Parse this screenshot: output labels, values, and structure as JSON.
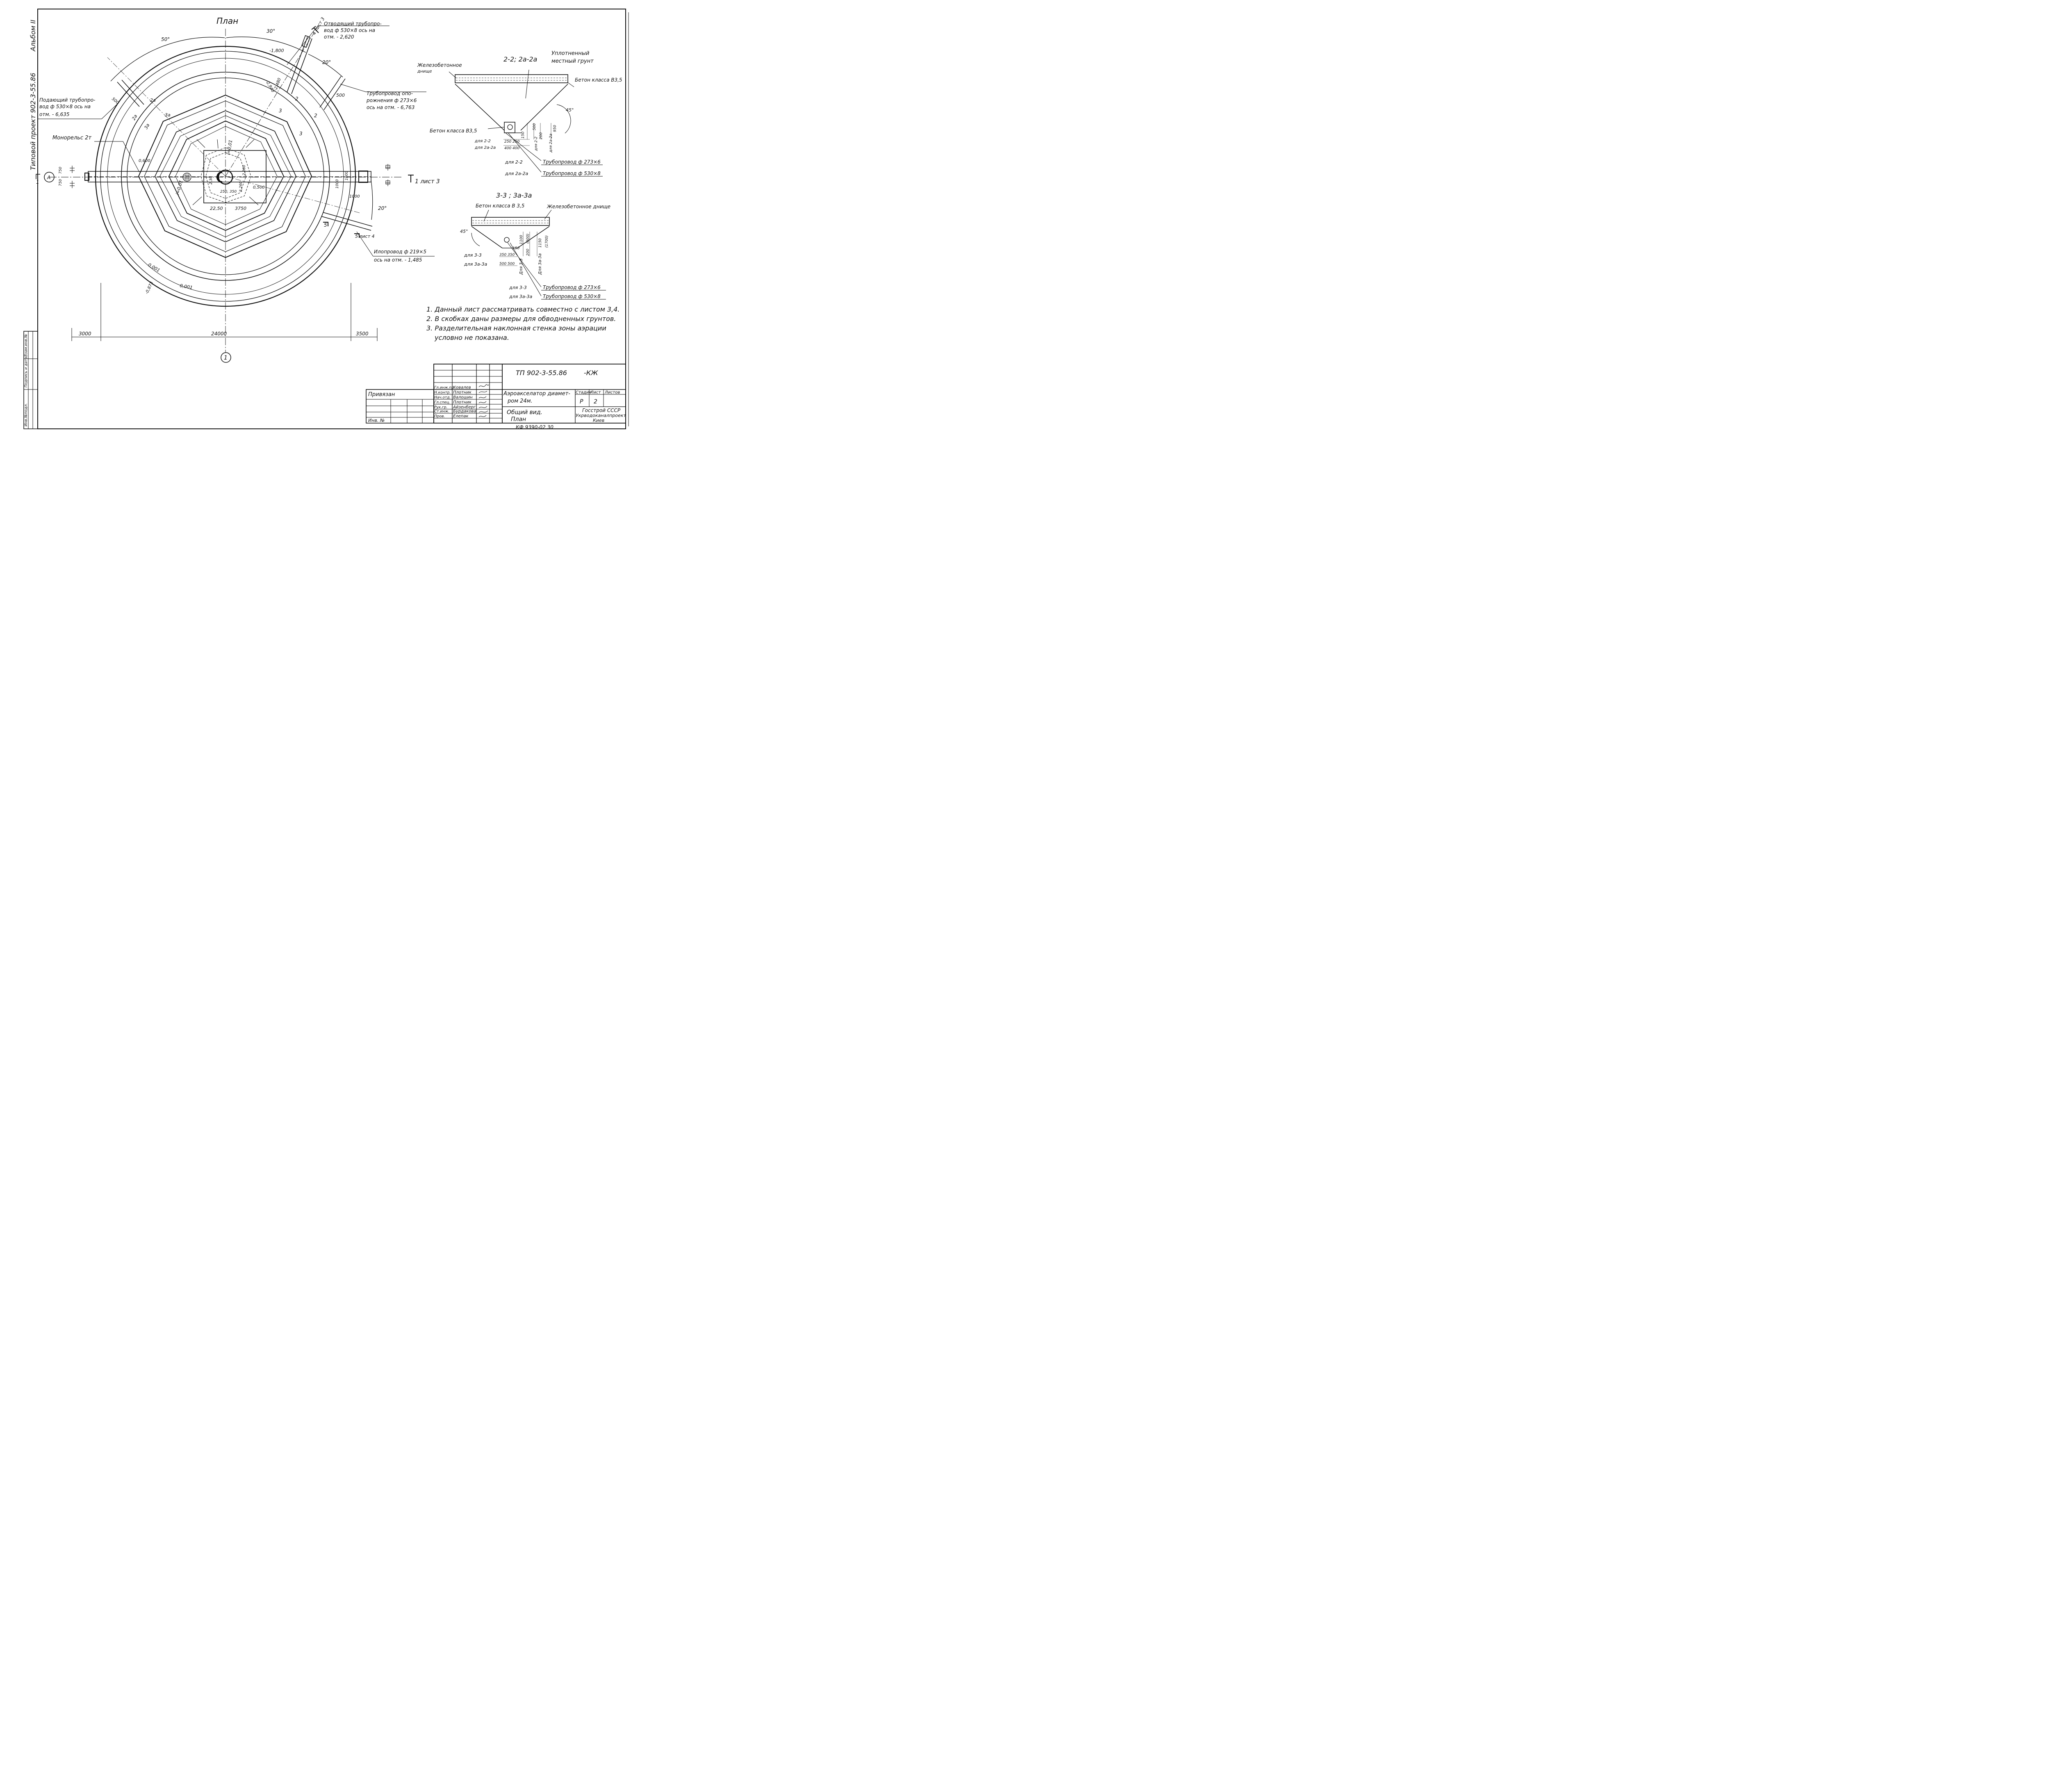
{
  "plan": {
    "title": "План",
    "album": "Альбом II",
    "project_label": "Типовой проект 902-3-55.86",
    "angle_50": "50°",
    "angle_30": "30°",
    "angle_20_top": "20°",
    "angle_20_right": "20°",
    "elev_top": "-1,800",
    "elev_2940": "-2,940",
    "elev_2480": "-2,480",
    "elev_0873": "-0,873",
    "dim_500_left": "500",
    "dim_500_right": "500",
    "dim_750_a": "750",
    "dim_750_b": "750",
    "dim_0600": "0,600",
    "dim_0500": "0,500",
    "dim_1000": "1000",
    "dim_1000_a": "1000",
    "dim_1000_b": "1000",
    "dim_2250_b": "22,50",
    "dim_3750_b": "3750",
    "dim_250_350": "250, 350",
    "dim_2280": "2,280",
    "dim_2260": "2,260",
    "dim_230": "2,30",
    "slope_1": "i=0,01",
    "slope_2": "i=0,01",
    "slope_rim_1": "0,001",
    "slope_rim_2": "0,001",
    "dim_3000": "3000",
    "dim_24000": "24000",
    "dim_3500": "3500",
    "axis_1": "1",
    "axis_A": "А",
    "marker_1_left": "1",
    "sect_1": "1 лист 3",
    "sect_4": "4 лист 3",
    "sect_5_top": "5",
    "sect_5_bottom": "5 лист 4",
    "sect_2": "2",
    "sect_2a": "2а",
    "sect_2a_b": "2а",
    "sect_2_b": "2",
    "sect_3": "3",
    "sect_3a": "3а",
    "sect_3a_b": "3а",
    "sect_3_b": "3",
    "monorail": "Монорельс 2т",
    "pipe_out_1": "Отводящий трубопро-",
    "pipe_out_2": "вод ф 530×8 ось на",
    "pipe_out_3": "отм. - 2,620",
    "pipe_in_1": "Подающий трубопро-",
    "pipe_in_2": "вод ф 530×8 ось на",
    "pipe_in_3": "отм. - 6,635",
    "pipe_drain_1": "Трубопровод опо-",
    "pipe_drain_2": "рожнения ф 273×6",
    "pipe_drain_3": "ось на отм. - 6,763",
    "pipe_sludge_1": "Илопровод ф 219×5",
    "pipe_sludge_2": "ось на отм. - 1,485"
  },
  "section_2": {
    "title": "2-2; 2а-2а",
    "soil_1": "Уплотненный",
    "soil_2": "местный грунт",
    "slab_1": "Железобетонное",
    "slab_2": "днище",
    "concrete_right": "Бетон класса В3,5",
    "concrete_left": "Бетон класса В3,5",
    "angle": "45°",
    "for_22": "для 2-2",
    "for_2a": "для 2а-2а",
    "dims_22": "250 250",
    "dims_2a": "400 400",
    "dim_150": "150",
    "dim_200": "200",
    "dim_500": "500",
    "dim_950": "950",
    "dim_left_22": "для 2-2",
    "dim_left_2a": "для 2а-2а",
    "pipe_for_22": "для 2-2",
    "pipe_22": "Трубопровод ф 273×6",
    "pipe_for_2a": "для 2а-2а",
    "pipe_2a": "Трубопровод ф 530×8"
  },
  "section_3": {
    "title": "3-3 ; 3а-3а",
    "concrete": "Бетон класса В 3,5",
    "slab": "Железобетонное днище",
    "angle": "45°",
    "for_33": "для 3-3",
    "for_3a": "для 3а-3а",
    "dims_33": "350 350",
    "dims_3a": "500 500",
    "dim_150": "150",
    "dim_1100": "1100",
    "dim_600": "(600)",
    "dim_200": "200",
    "dim_1150": "1150",
    "dim_1700": "(1700)",
    "dim_left_33": "Для 3-3",
    "dim_left_3a": "Для 3а-3а",
    "pipe_for_33": "для 3-3",
    "pipe_33": "Трубопровод ф 273×6",
    "pipe_for_3a": "для 3а-3а",
    "pipe_3a": "Трубопровод ф 530×8"
  },
  "notes": [
    "1. Данный лист рассматривать совместно с листом 3,4.",
    "2. В скобках даны размеры для обводненных грунтов.",
    "3. Разделительная наклонная стенка зоны аэрации",
    "условно не показана."
  ],
  "margin": {
    "inv_podl": "Инв.№подл.",
    "sign_date": "Подпись и дата",
    "vzam_inv": "Взам.инв.№"
  },
  "title_block": {
    "code": "ТП 902-3-55.86",
    "suffix": "-КЖ",
    "privyazan": "Привязан",
    "inv_no": "Инв. №",
    "roles": [
      "Гл.инж.пр.",
      "Н.контр.",
      "Нач.отд.",
      "Гл.спец.",
      "Рук.гр.",
      "Ст.инж.",
      "Пров."
    ],
    "names": [
      "Ковалев",
      "Плотник",
      "Валошин",
      "Плотник",
      "Айзенберг",
      "Бурдакова",
      "Елепак"
    ],
    "title_1": "Аэроакселатор диамет-",
    "title_2": "ром 24м.",
    "title_3": "Общий вид.",
    "title_4": "План",
    "col_stage": "Стадия",
    "col_sheet": "Лист",
    "col_sheets": "Листов",
    "stage_val": "Р",
    "sheet_val": "2",
    "org_1": "Госстрой СССР",
    "org_2": "Укрводоканалпроект",
    "org_3": "Киев",
    "bottom_code": "КФ 9390-02  30"
  }
}
